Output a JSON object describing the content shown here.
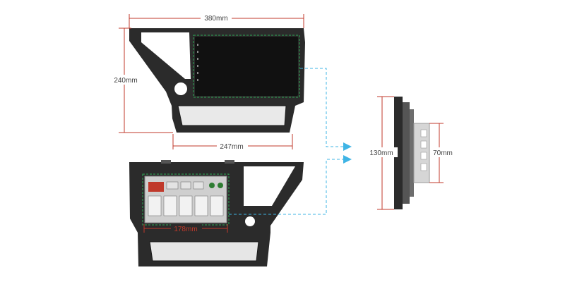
{
  "dimensions": {
    "front_width": "380mm",
    "front_height": "240mm",
    "bottom_width": "247mm",
    "back_width": "178mm",
    "side_height": "130mm",
    "side_depth": "70mm"
  },
  "colors": {
    "dimension_line": "#c0392b",
    "guide_dashed": "#3fb4e5",
    "frame": "#2b2b2b",
    "screen": "#111111",
    "radio_body": "#cfcfcf",
    "highlight_dashed": "#2eaa55"
  },
  "icons": {
    "arrow": "arrow-right-icon"
  }
}
